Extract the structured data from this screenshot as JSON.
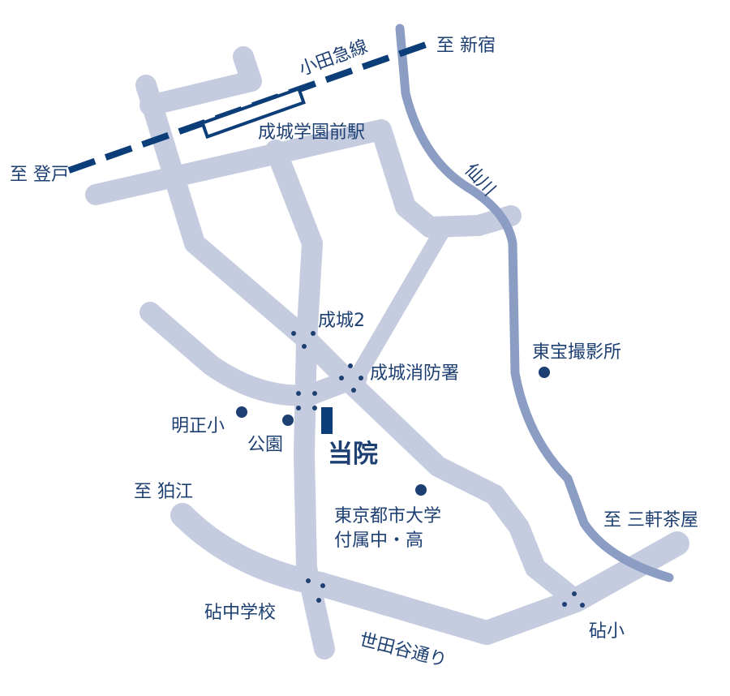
{
  "colors": {
    "road": "#c5cce0",
    "river": "#8b9dc3",
    "rail": "#0b3d78",
    "label": "#1d3f72",
    "background": "#ffffff"
  },
  "rail": {
    "line_name": "小田急線",
    "station": "成城学園前駅",
    "to_east": "至 新宿",
    "to_west": "至 登戸"
  },
  "river": {
    "name": "仙川"
  },
  "roads": {
    "main_street": "世田谷通り"
  },
  "directions": {
    "komae": "至 狛江",
    "sangenjaya": "至 三軒茶屋"
  },
  "intersections": {
    "seijo2": "成城2",
    "fire_station": "成城消防署",
    "kinuta_middle": "砧中学校",
    "kinuta_elem": "砧小"
  },
  "landmarks": {
    "toho_studio": "東宝撮影所",
    "meisei_elem": "明正小",
    "park": "公園",
    "tmu_school_line1": "東京都市大学",
    "tmu_school_line2": "付属中・高"
  },
  "clinic": {
    "label": "当院"
  }
}
